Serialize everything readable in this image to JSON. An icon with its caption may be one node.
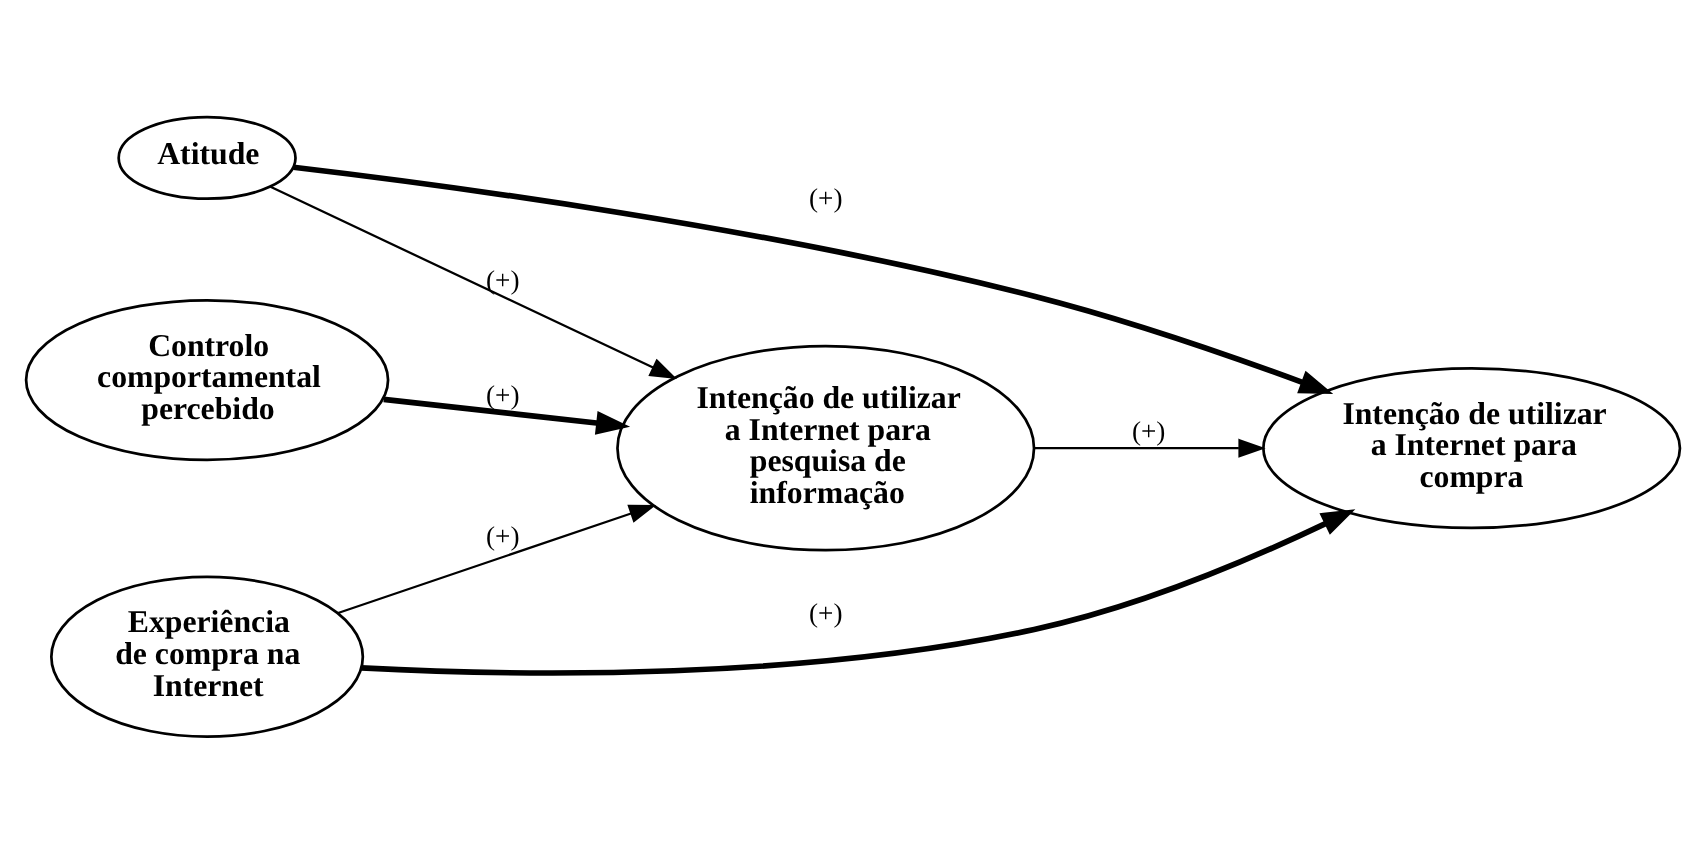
{
  "diagram": {
    "nodes": [
      {
        "text": [
          "Atitude"
        ]
      },
      {
        "text": [
          "Controlo comportamental percebido"
        ]
      },
      {
        "text": [
          "Intenção de utilizar a Internet para pesquisa de informação"
        ]
      },
      {
        "text": [
          "Intenção de utilizar a Internet para compra"
        ]
      },
      {
        "text": [
          "Experiência de compra na Internet"
        ]
      }
    ],
    "edges": [
      {
        "from": 0,
        "to": 2,
        "arrow": "to",
        "label": "(+)"
      },
      {
        "from": 0,
        "to": 3,
        "arrow": "to",
        "label": "(+)",
        "style": "thick"
      },
      {
        "from": 1,
        "to": 2,
        "arrow": "to",
        "label": "(+)",
        "style": "thick"
      },
      {
        "from": 2,
        "to": 3,
        "arrow": "to",
        "label": "(+)"
      },
      {
        "from": 4,
        "to": 2,
        "arrow": "to",
        "label": "(+)"
      },
      {
        "from": 4,
        "to": 3,
        "arrow": "to",
        "label": "(+)",
        "style": "thick"
      }
    ]
  }
}
